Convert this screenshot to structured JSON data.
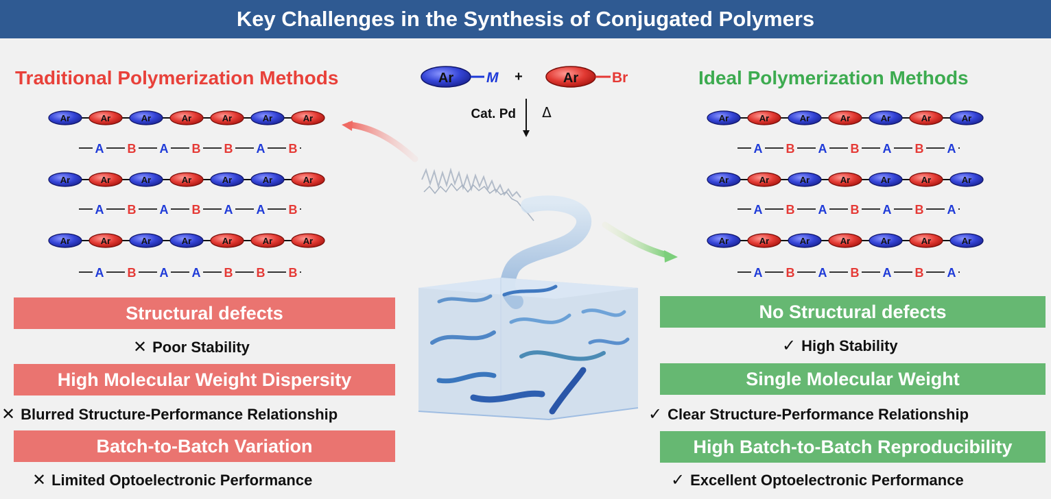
{
  "header": {
    "title": "Key Challenges in the Synthesis of Conjugated Polymers"
  },
  "left": {
    "title": "Traditional Polymerization Methods",
    "chains": [
      {
        "units": [
          "A",
          "B",
          "A",
          "B",
          "B",
          "A",
          "B"
        ]
      },
      {
        "units": [
          "A",
          "B",
          "A",
          "B",
          "A",
          "A",
          "B"
        ]
      },
      {
        "units": [
          "A",
          "B",
          "A",
          "A",
          "B",
          "B",
          "B"
        ]
      }
    ],
    "boxes": [
      "Structural defects",
      "High Molecular Weight Dispersity",
      "Batch-to-Batch Variation"
    ],
    "notes_mark": "✕",
    "notes": [
      "Poor Stability",
      "Blurred Structure-Performance Relationship",
      "Limited Optoelectronic Performance"
    ]
  },
  "right": {
    "title": "Ideal Polymerization Methods",
    "chains": [
      {
        "units": [
          "A",
          "B",
          "A",
          "B",
          "A",
          "B",
          "A"
        ]
      },
      {
        "units": [
          "A",
          "B",
          "A",
          "B",
          "A",
          "B",
          "A"
        ]
      },
      {
        "units": [
          "A",
          "B",
          "A",
          "B",
          "A",
          "B",
          "A"
        ]
      }
    ],
    "boxes": [
      "No Structural defects",
      "Single Molecular Weight",
      "High Batch-to-Batch Reproducibility"
    ],
    "notes_mark": "✓",
    "notes": [
      "High Stability",
      "Clear Structure-Performance Relationship",
      "Excellent Optoelectronic Performance"
    ]
  },
  "reaction": {
    "monomer_a_label": "Ar",
    "monomer_a_group": "M",
    "plus": "+",
    "monomer_b_label": "Ar",
    "monomer_b_group": "Br",
    "catalyst": "Cat. Pd",
    "heat": "Δ"
  },
  "unit_label": "Ar",
  "colors": {
    "banner": "#2f5a92",
    "A_unit": "#2f3fd0",
    "B_unit": "#e03a32",
    "A_letter": "#1e3ad8",
    "B_letter": "#e53935",
    "left_accent": "#e8413a",
    "right_accent": "#3dab50",
    "red_box": "#ea7470",
    "green_box": "#66b872"
  }
}
